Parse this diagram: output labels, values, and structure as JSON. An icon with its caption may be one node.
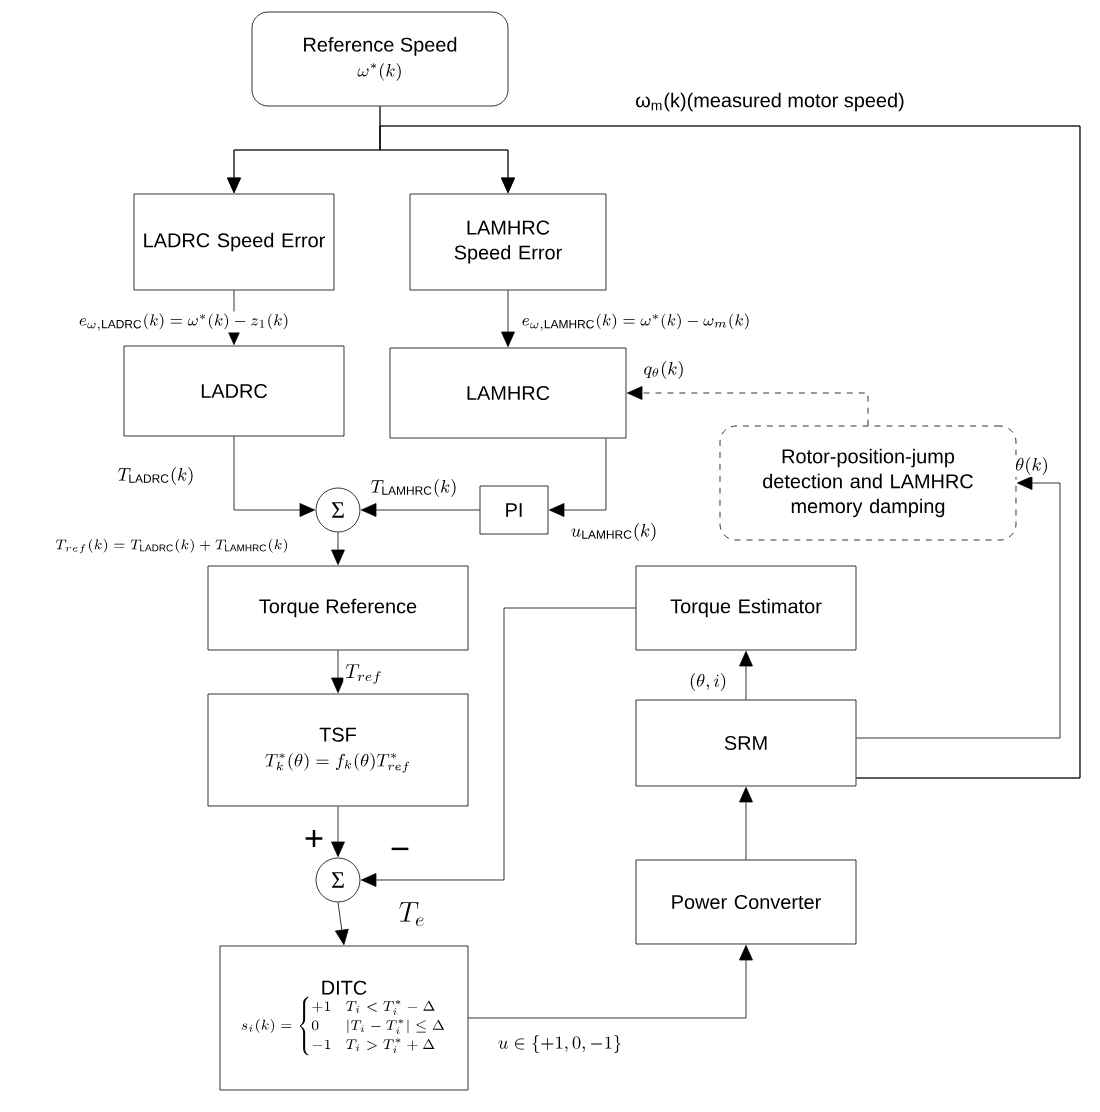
{
  "diagram": {
    "nodes": [
      {
        "text": [
          "Reference Speed",
          "\\omega^*(k)"
        ]
      },
      {
        "text": [
          "LADRC Speed Error"
        ]
      },
      {
        "text": [
          "LAMHRC Speed Error"
        ]
      },
      {
        "text": [
          "LADRC"
        ]
      },
      {
        "text": [
          "LAMHRC"
        ]
      },
      {
        "text": [
          "Σ"
        ]
      },
      {
        "text": [
          "PI"
        ]
      },
      {
        "text": [
          "Rotor-position-jump detection and LAMHRC memory damping"
        ]
      },
      {
        "text": [
          "Torque Reference"
        ]
      },
      {
        "text": [
          "Torque Estimator"
        ]
      },
      {
        "text": [
          "TSF",
          "T_k^*(\\theta) = f_k(\\theta)T_{ref}^*"
        ]
      },
      {
        "text": [
          "SRM"
        ]
      },
      {
        "text": [
          "Σ"
        ]
      },
      {
        "text": [
          "Power Converter"
        ]
      },
      {
        "text": [
          "DITC",
          "s_i(k)=\\begin{cases}+1 & T_i<T_i^*-\\Delta\\\\ 0 & |T_i-T_i^*|\\le\\Delta\\\\ -1 & T_i>T_i^*+\\Delta\\end{cases}"
        ]
      }
    ],
    "edges": [
      {
        "from": 0,
        "to": 1,
        "arrow": "to"
      },
      {
        "from": 0,
        "to": 2,
        "arrow": "to"
      },
      {
        "from": 11,
        "to": 1,
        "arrow": "to",
        "label": "ω$_{m}$(k)(measured motor speed)"
      },
      {
        "from": 11,
        "to": 2,
        "arrow": "to"
      },
      {
        "from": 1,
        "to": 3,
        "arrow": "to",
        "label": "e_{\\omega,\\mathrm{LADRC}}(k)=\\omega^*(k)-z_1(k)"
      },
      {
        "from": 2,
        "to": 4,
        "arrow": "to",
        "label": "e_{\\omega,\\mathrm{LAMHRC}}(k)=\\omega^*(k)-\\omega_m(k)"
      },
      {
        "from": 3,
        "to": 5,
        "arrow": "to",
        "label": "T_{\\mathrm{LADRC}}(k)"
      },
      {
        "from": 4,
        "to": 6,
        "arrow": "to",
        "label": "u_{\\mathrm{LAMHRC}}(k)"
      },
      {
        "from": 6,
        "to": 5,
        "arrow": "to",
        "label": "T_{\\mathrm{LAMHRC}}(k)"
      },
      {
        "from": 7,
        "to": 4,
        "arrow": "to",
        "style": "dashed",
        "label": "q_\\theta(k)"
      },
      {
        "from": 11,
        "to": 7,
        "arrow": "to",
        "label": "\\theta(k)"
      },
      {
        "from": 5,
        "to": 8,
        "arrow": "to",
        "label": "T_{ref}(k)=T_{\\mathrm{LADRC}}(k)+T_{\\mathrm{LAMHRC}}(k)"
      },
      {
        "from": 8,
        "to": 10,
        "arrow": "to",
        "label": "T_{ref}"
      },
      {
        "from": 10,
        "to": 12,
        "arrow": "to"
      },
      {
        "from": 9,
        "to": 12,
        "arrow": "to",
        "label": "T_e"
      },
      {
        "from": 12,
        "to": 14,
        "arrow": "to"
      },
      {
        "from": 14,
        "to": 13,
        "arrow": "to",
        "label": "u\\in\\{+1,0,-1\\}"
      },
      {
        "from": 13,
        "to": 11,
        "arrow": "to"
      },
      {
        "from": 11,
        "to": 9,
        "arrow": "to",
        "label": "(\\theta,i)"
      }
    ],
    "labels": [
      "+",
      "−"
    ]
  }
}
